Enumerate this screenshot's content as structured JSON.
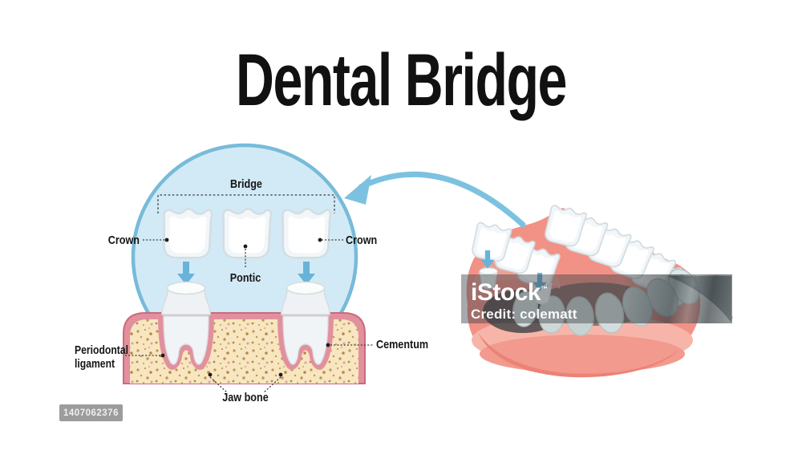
{
  "title": "Dental Bridge",
  "diagram": {
    "labels": {
      "bridge": "Bridge",
      "crown_left": "Crown",
      "crown_right": "Crown",
      "pontic": "Pontic",
      "periodontal_ligament": "Periodontal ligament",
      "cementum": "Cementum",
      "jaw_bone": "Jaw bone"
    }
  },
  "watermark": {
    "brand": "iStock",
    "trademark": "™",
    "credit": "Credit: colematt",
    "image_id": "1407062376"
  },
  "colors": {
    "circle_fill": "#d2eaf6",
    "circle_stroke": "#77bbd9",
    "arrow_blue": "#68b3d8",
    "gum_pink": "#e2909d",
    "bone_base": "#f7e6bf",
    "jaw_salmon": "#f29186",
    "label_color": "#151515",
    "id_box_bg": "#9c9c9c"
  }
}
